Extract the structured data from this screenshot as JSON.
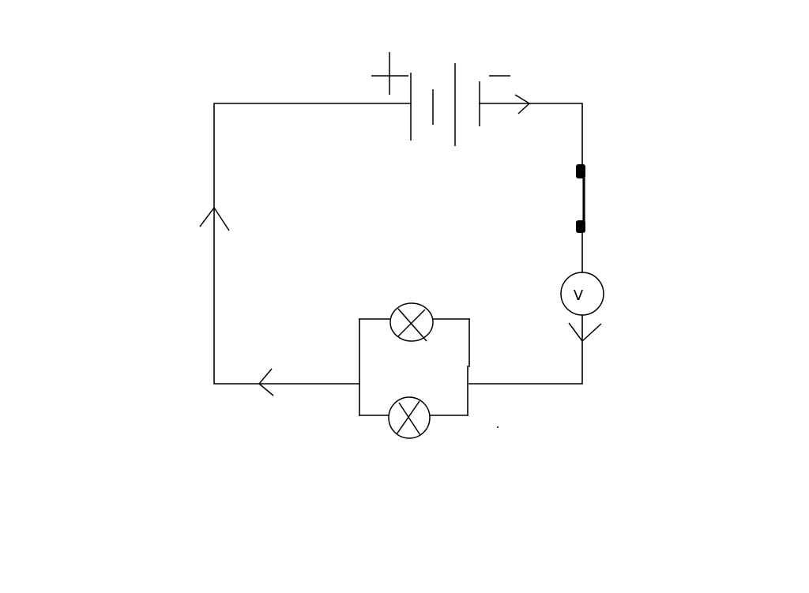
{
  "diagram": {
    "type": "circuit-schematic",
    "background_color": "#ffffff",
    "line_color": "#000000",
    "components": [
      {
        "id": "battery",
        "kind": "battery",
        "cells": 2,
        "terminals": [
          "positive",
          "negative"
        ]
      },
      {
        "id": "switch",
        "kind": "push-switch"
      },
      {
        "id": "voltmeter",
        "kind": "voltmeter",
        "label": "V"
      },
      {
        "id": "lamp-1",
        "kind": "lamp",
        "connection": "parallel"
      },
      {
        "id": "lamp-2",
        "kind": "lamp",
        "connection": "parallel"
      }
    ],
    "current_direction": "clockwise"
  }
}
